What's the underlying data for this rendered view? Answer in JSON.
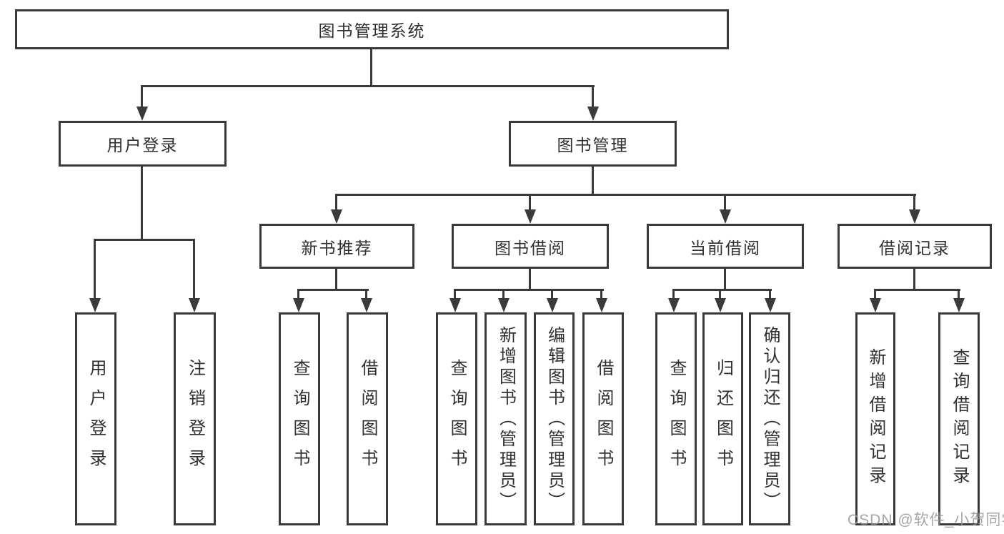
{
  "diagram_title": "图书管理系统",
  "watermark": {
    "text": "CSDN @软件_小贺同学"
  },
  "colors": {
    "line": "#3a3a3a",
    "box_border": "#3a3a3a",
    "box_background": "#ffffff",
    "text": "#303030",
    "watermark": "#969696",
    "page_background": "#ffffff"
  },
  "nodes": {
    "root": {
      "label": "图书管理系统"
    },
    "user_login": {
      "label": "用户登录"
    },
    "book_mgmt": {
      "label": "图书管理"
    },
    "new_book": {
      "label": "新书推荐"
    },
    "book_borrow": {
      "label": "图书借阅"
    },
    "current_borrow": {
      "label": "当前借阅"
    },
    "borrow_record": {
      "label": "借阅记录"
    },
    "leaf_user_login": {
      "label": "用户登录"
    },
    "leaf_logout": {
      "label": "注销登录"
    },
    "leaf_nb_query": {
      "label": "查询图书"
    },
    "leaf_nb_borrow": {
      "label": "借阅图书"
    },
    "leaf_bb_query": {
      "label": "查询图书"
    },
    "leaf_bb_add": {
      "label": "新增图书（管理员）"
    },
    "leaf_bb_edit": {
      "label": "编辑图书（管理员）"
    },
    "leaf_bb_borrow": {
      "label": "借阅图书"
    },
    "leaf_cb_query": {
      "label": "查询图书"
    },
    "leaf_cb_return": {
      "label": "归还图书"
    },
    "leaf_cb_confirm": {
      "label": "确认归还（管理员）"
    },
    "leaf_br_add": {
      "label": "新增借阅记录"
    },
    "leaf_br_query": {
      "label": "查询借阅记录"
    }
  },
  "hierarchy": {
    "root": "图书管理系统",
    "children": [
      {
        "label": "用户登录",
        "children": [
          "用户登录",
          "注销登录"
        ]
      },
      {
        "label": "图书管理",
        "children": [
          {
            "label": "新书推荐",
            "children": [
              "查询图书",
              "借阅图书"
            ]
          },
          {
            "label": "图书借阅",
            "children": [
              "查询图书",
              "新增图书（管理员）",
              "编辑图书（管理员）",
              "借阅图书"
            ]
          },
          {
            "label": "当前借阅",
            "children": [
              "查询图书",
              "归还图书",
              "确认归还（管理员）"
            ]
          },
          {
            "label": "借阅记录",
            "children": [
              "新增借阅记录",
              "查询借阅记录"
            ]
          }
        ]
      }
    ]
  }
}
